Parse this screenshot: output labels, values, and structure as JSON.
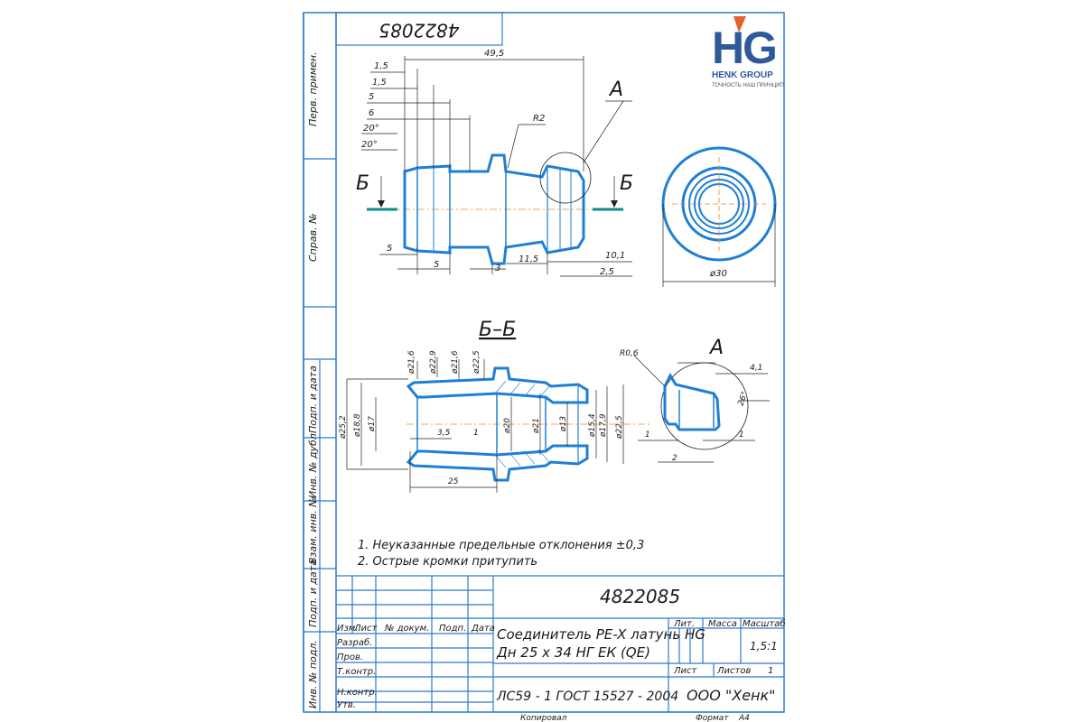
{
  "colors": {
    "frame": "#2b7bd0",
    "part": "#1f7fd6",
    "logo_blue": "#2e5a9c",
    "logo_orange": "#e5602a",
    "section_mark": "#0a8a8a"
  },
  "logo": {
    "letters": "HG",
    "name": "HENK GROUP",
    "tagline": "ТОЧНОСТЬ НАШ ПРИНЦИП"
  },
  "doc_code_rotated": "4822085",
  "side_fields": [
    "Перв. примен.",
    "Справ. №",
    "Подп. и дата",
    "Инв. № дубл.",
    "Взам. инв. №",
    "Подп. и дата",
    "Инв. № подл."
  ],
  "view_top": {
    "dims": [
      "49,5",
      "1,5",
      "1,5",
      "5",
      "6",
      "20°",
      "20°",
      "R2",
      "5",
      "5",
      "3",
      "11,5",
      "10,1",
      "2,5",
      "ø30"
    ],
    "callout_a": "A",
    "section_left": "Б",
    "section_right": "Б"
  },
  "section": {
    "title": "Б–Б",
    "dims": [
      "ø21,6",
      "ø22,9",
      "ø21,6",
      "ø22,5",
      "ø25,2",
      "ø18,8",
      "ø17",
      "3,5",
      "1",
      "ø20",
      "ø21",
      "ø13",
      "ø15,4",
      "ø17,9",
      "ø22,5",
      "25"
    ],
    "detail_a": "A",
    "detail_dims": [
      "R0,6",
      "4,1",
      "26°",
      "1",
      "1",
      "2"
    ]
  },
  "notes": [
    "1. Неуказанные предельные отклонения ±0,3",
    "2. Острые кромки притупить"
  ],
  "title_block": {
    "code": "4822085",
    "headers": [
      "Изм.",
      "Лист",
      "№ докум.",
      "Подп.",
      "Дата"
    ],
    "rows": [
      "Разраб.",
      "Пров.",
      "Т.контр.",
      "Н.контр.",
      "Утв."
    ],
    "name_line1": "Соединитель PE-X латунь HG",
    "name_line2": "Дн 25 х 34 НГ ЕК (QE)",
    "lit": "Лит.",
    "mass": "Масса",
    "scale_label": "Масштаб",
    "scale": "1,5:1",
    "sheet": "Лист",
    "sheets": "Листов",
    "sheets_count": "1",
    "material": "ЛС59 - 1 ГОСТ 15527 - 2004",
    "company": "ООО \"Хенк\"",
    "copied": "Копировал",
    "format_label": "Формат",
    "format": "A4"
  }
}
